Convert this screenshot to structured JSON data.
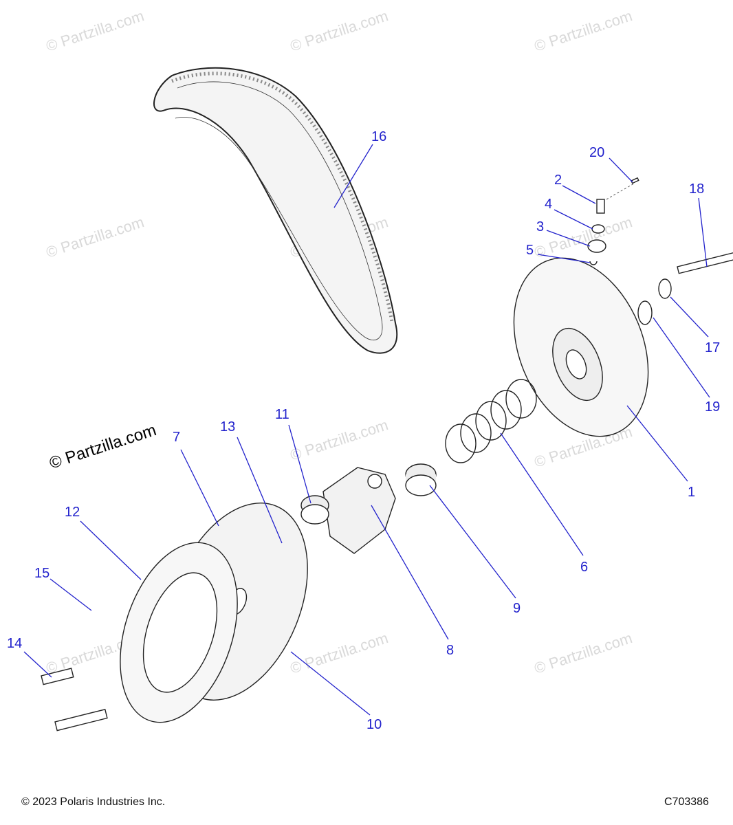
{
  "footer": {
    "copyright": "© 2023 Polaris Industries Inc.",
    "code": "C703386"
  },
  "watermark": {
    "main": "© Partzilla.com",
    "faint": "© Partzilla.com"
  },
  "callouts": [
    {
      "id": "c1",
      "text": "1"
    },
    {
      "id": "c2",
      "text": "2"
    },
    {
      "id": "c3",
      "text": "3"
    },
    {
      "id": "c4",
      "text": "4"
    },
    {
      "id": "c5",
      "text": "5"
    },
    {
      "id": "c6",
      "text": "6"
    },
    {
      "id": "c7",
      "text": "7"
    },
    {
      "id": "c8",
      "text": "8"
    },
    {
      "id": "c9",
      "text": "9"
    },
    {
      "id": "c10",
      "text": "10"
    },
    {
      "id": "c11",
      "text": "11"
    },
    {
      "id": "c12",
      "text": "12"
    },
    {
      "id": "c13",
      "text": "13"
    },
    {
      "id": "c14",
      "text": "14"
    },
    {
      "id": "c15",
      "text": "15"
    },
    {
      "id": "c16",
      "text": "16"
    },
    {
      "id": "c17",
      "text": "17"
    },
    {
      "id": "c18",
      "text": "18"
    },
    {
      "id": "c19",
      "text": "19"
    },
    {
      "id": "c20",
      "text": "20"
    }
  ],
  "colors": {
    "callout": "#2222cc",
    "watermark": "#d9d9d9"
  }
}
